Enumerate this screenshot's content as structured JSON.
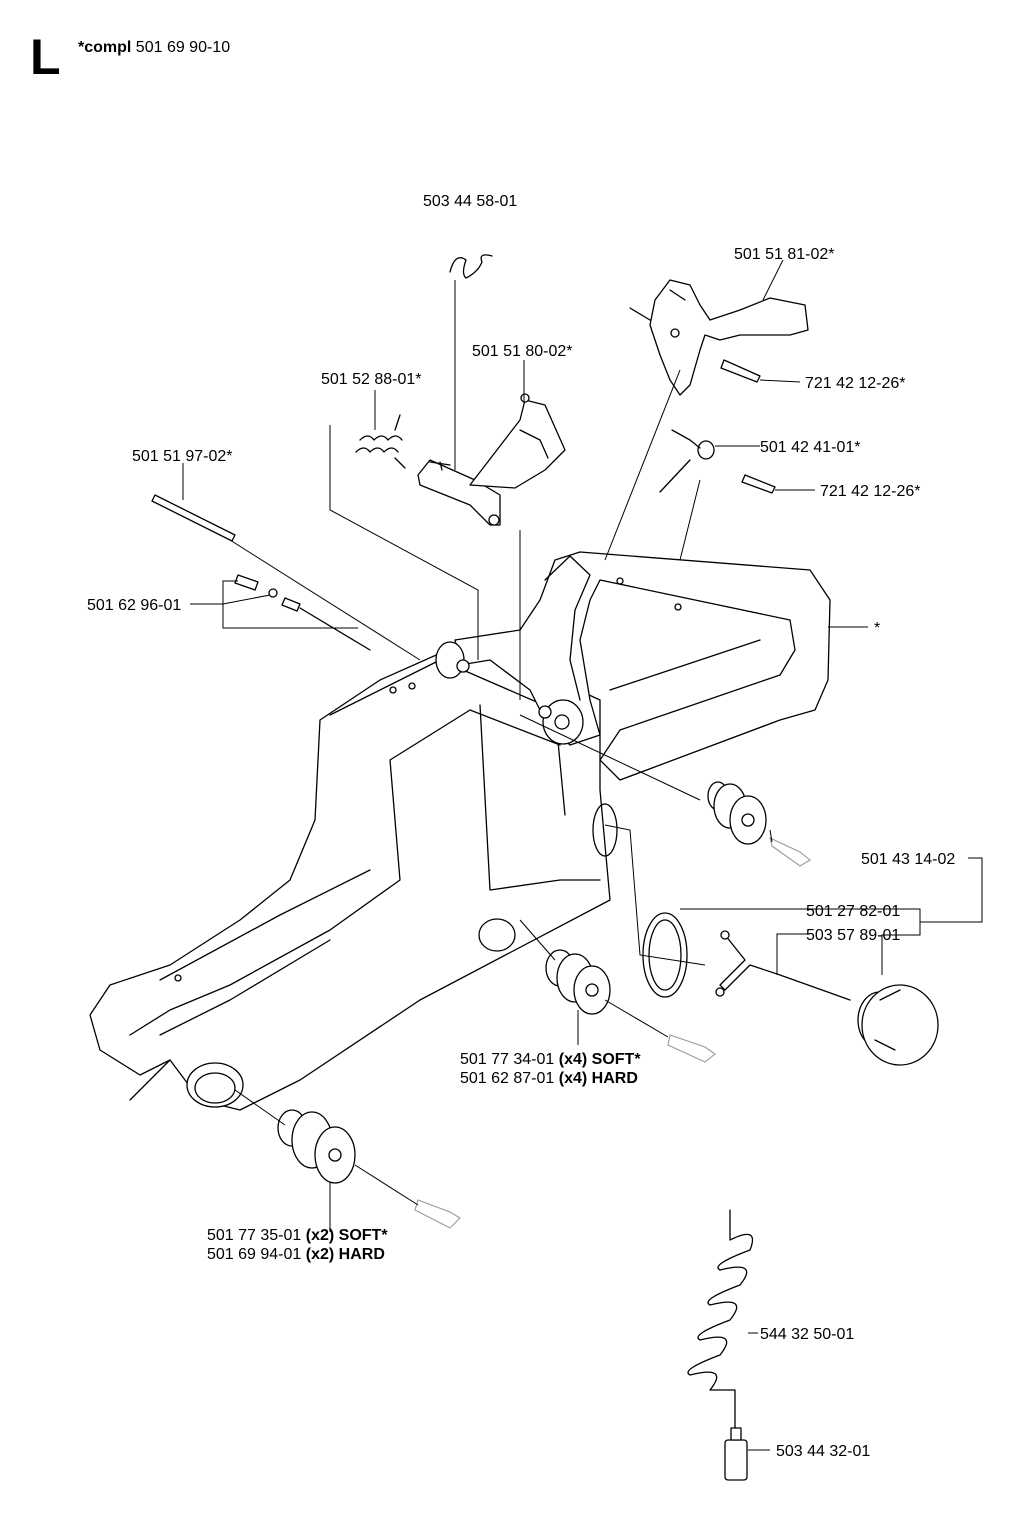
{
  "header": {
    "section": "L",
    "compl_prefix": "*compl",
    "compl_number": "501 69 90-10"
  },
  "parts": {
    "clip": "503 44 58-01",
    "throttle_lockout": "501 51 81-02*",
    "trigger": "501 51 80-02*",
    "pin_1": "721 42 12-26*",
    "spring_1": "501 52 88-01*",
    "spring_2": "501 42 41-01*",
    "rod": "501 51 97-02*",
    "pin_2": "721 42 12-26*",
    "choke_kit": "501 62 96-01",
    "handle": "*",
    "fuel_cap_assy": "501 43 14-02",
    "o_ring": "501 27 82-01",
    "fuel_pickup": "503 57 89-01",
    "av_mid_num_1": "501 77 34-01",
    "av_mid_qty_1": "(x4) SOFT*",
    "av_mid_num_2": "501 62 87-01",
    "av_mid_qty_2": "(x4) HARD",
    "av_low_num_1": "501 77 35-01",
    "av_low_qty_1": "(x2) SOFT*",
    "av_low_num_2": "501 69 94-01",
    "av_low_qty_2": "(x2) HARD",
    "fuel_hose": "544 32 50-01",
    "fuel_filter": "503 44 32-01"
  }
}
